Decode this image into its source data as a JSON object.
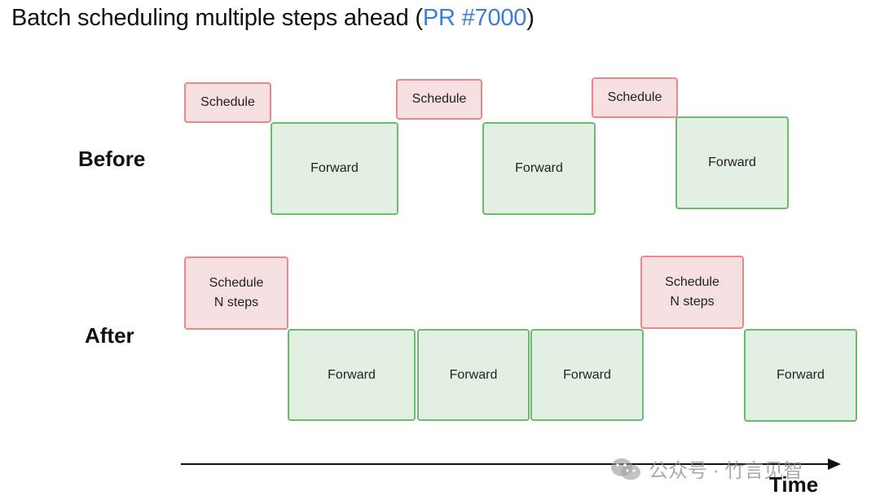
{
  "title": {
    "text": "Batch scheduling multiple steps ahead (",
    "link": "PR #7000",
    "close": ")"
  },
  "rows": {
    "before": {
      "label": "Before",
      "boxes": [
        {
          "kind": "schedule",
          "lines": [
            "Schedule"
          ]
        },
        {
          "kind": "forward",
          "lines": [
            "Forward"
          ]
        },
        {
          "kind": "schedule",
          "lines": [
            "Schedule"
          ]
        },
        {
          "kind": "forward",
          "lines": [
            "Forward"
          ]
        },
        {
          "kind": "schedule",
          "lines": [
            "Schedule"
          ]
        },
        {
          "kind": "forward",
          "lines": [
            "Forward"
          ]
        }
      ]
    },
    "after": {
      "label": "After",
      "boxes": [
        {
          "kind": "schedule",
          "lines": [
            "Schedule",
            "N steps"
          ]
        },
        {
          "kind": "forward",
          "lines": [
            "Forward"
          ]
        },
        {
          "kind": "forward",
          "lines": [
            "Forward"
          ]
        },
        {
          "kind": "forward",
          "lines": [
            "Forward"
          ]
        },
        {
          "kind": "schedule",
          "lines": [
            "Schedule",
            "N steps"
          ]
        },
        {
          "kind": "forward",
          "lines": [
            "Forward"
          ]
        }
      ]
    }
  },
  "axis": {
    "label": "Time"
  },
  "watermark": {
    "text": "公众号 · 竹言见智",
    "icon": "wechat-icon"
  },
  "colors": {
    "schedule_fill": "#f5dfe0",
    "schedule_border": "#e58a8a",
    "forward_fill": "#e2f0e3",
    "forward_border": "#6cbb6c",
    "link": "#3b7ddd"
  }
}
